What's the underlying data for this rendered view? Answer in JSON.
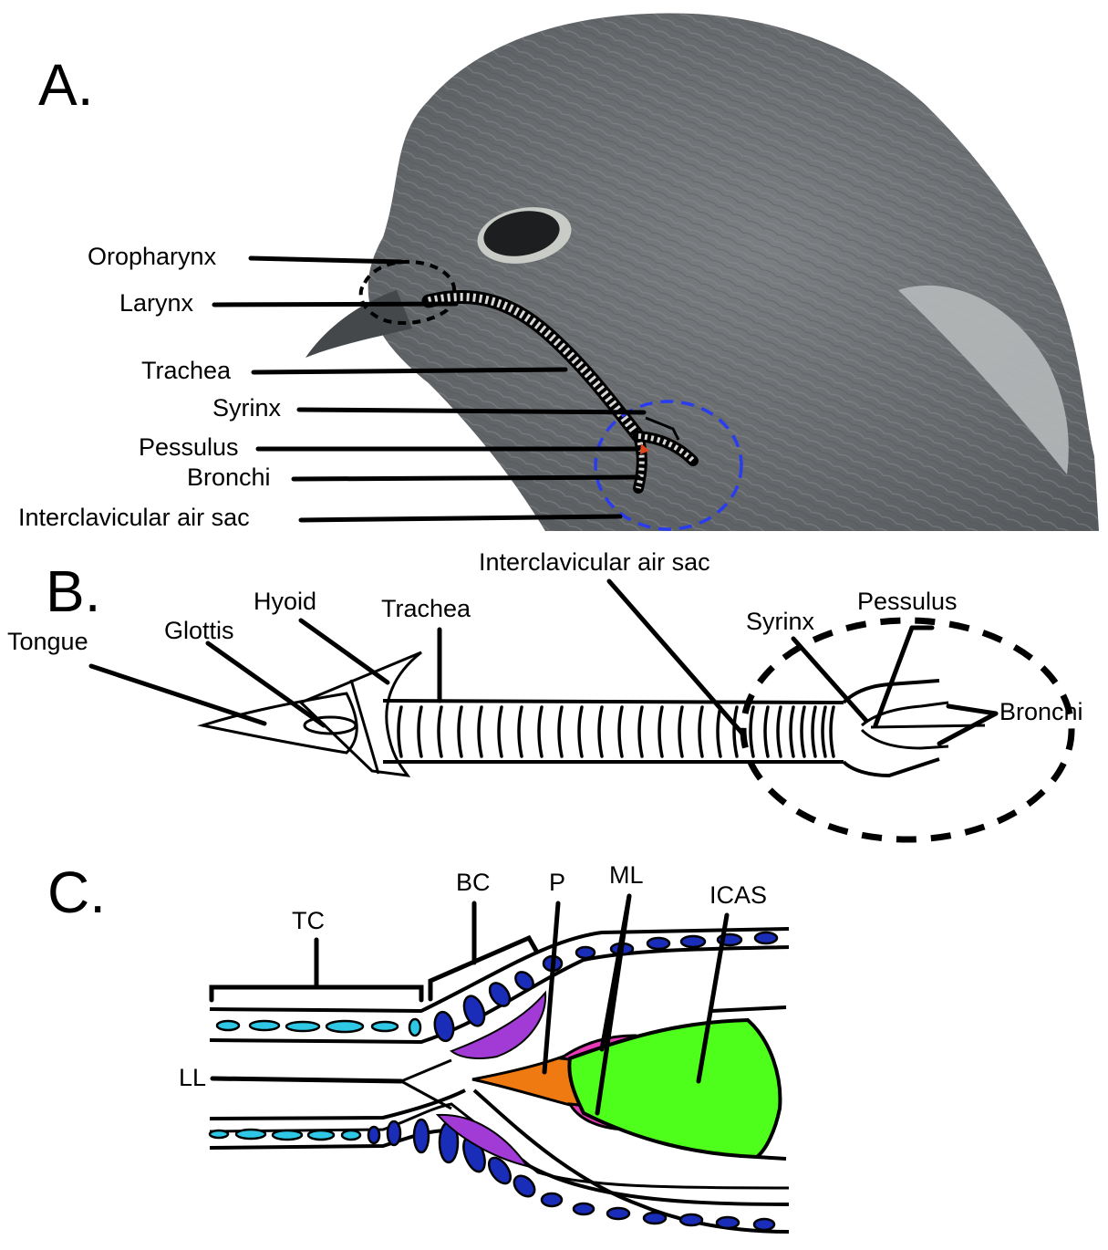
{
  "panels": {
    "a": {
      "letter": "A.",
      "labels": {
        "oropharynx": "Oropharynx",
        "larynx": "Larynx",
        "trachea": "Trachea",
        "syrinx": "Syrinx",
        "pessulus": "Pessulus",
        "bronchi": "Bronchi",
        "icas": "Interclavicular air sac"
      }
    },
    "b": {
      "letter": "B.",
      "labels": {
        "icas": "Interclavicular air sac",
        "hyoid": "Hyoid",
        "trachea": "Trachea",
        "glottis": "Glottis",
        "tongue": "Tongue",
        "syrinx": "Syrinx",
        "pessulus": "Pessulus",
        "bronchi": "Bronchi"
      }
    },
    "c": {
      "letter": "C.",
      "labels": {
        "tc": "TC",
        "bc": "BC",
        "p": "P",
        "ml": "ML",
        "icas": "ICAS",
        "ll": "LL"
      }
    }
  },
  "colors": {
    "bird_plumage": "#6f7376",
    "bird_dark": "#4a4e52",
    "bird_light": "#b9bcbe",
    "air_sac_outline": "#2a3cf0",
    "pessulus_marker": "#e0441a",
    "tracheal_cartilage": "#2ec8e6",
    "bronchial_cartilage": "#1a2db8",
    "muscle": "#a23ad6",
    "pessulus": "#f07a12",
    "medial_labia": "#e83ab8",
    "icas_fill": "#4dff1a"
  }
}
